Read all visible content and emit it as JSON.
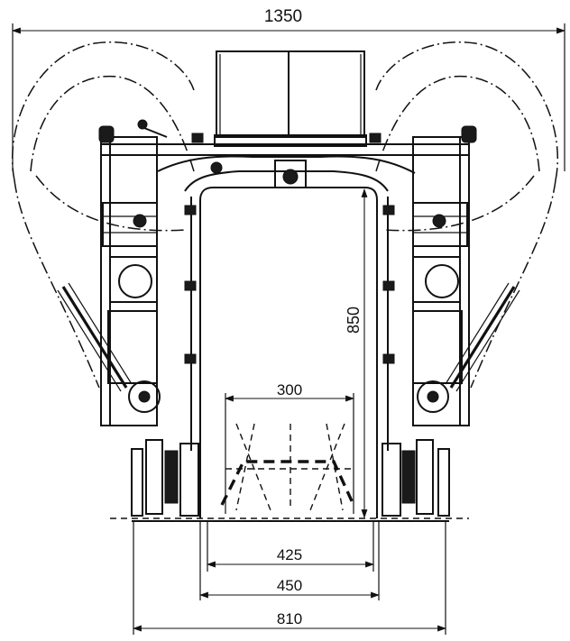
{
  "dimensions": {
    "overall_width": "1350",
    "frame_height": "850",
    "bucket_width": "300",
    "inner_gauge": "425",
    "outer_gauge": "450",
    "wheel_track": "810"
  }
}
